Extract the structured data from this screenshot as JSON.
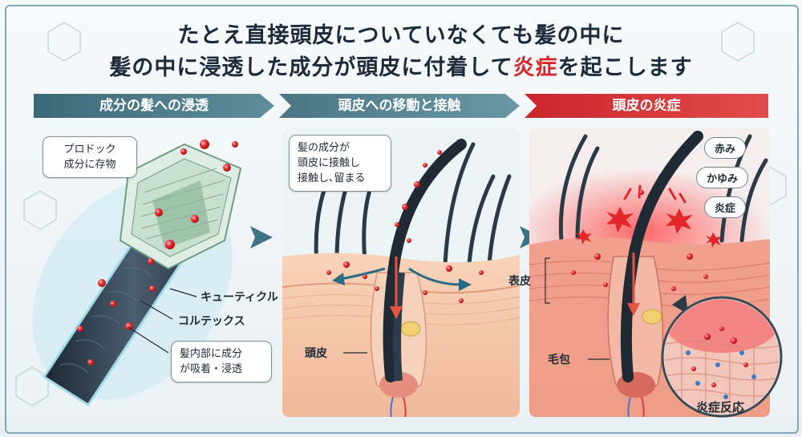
{
  "title": {
    "line1": "たとえ直接頭皮についていなくても髪の中に",
    "line2_pre": "髪の中に浸透した成分が頭皮に付着して",
    "line2_highlight": "炎症",
    "line2_post": "を起こします"
  },
  "banners": [
    {
      "label": "成分の髪への浸透"
    },
    {
      "label": "頭皮への移動と接触"
    },
    {
      "label": "頭皮の炎症"
    }
  ],
  "panel1": {
    "callout_product": "プロドック\n成分に存物",
    "label_cuticle": "キューティクル",
    "label_cortex": "コルテックス",
    "callout_absorb": "髪内部に成分\nが吸着・浸透"
  },
  "panel2": {
    "callout": "髪の成分が\n頭皮に接触し\n接触し､留まる",
    "label_scalp": "頭皮"
  },
  "panel3": {
    "pill_redness": "赤み",
    "pill_itch": "かゆみ",
    "pill_inflammation": "炎症",
    "label_epidermis": "表皮",
    "label_follicle": "毛包",
    "label_reaction": "炎症反応"
  },
  "colors": {
    "accent_red": "#d9262a",
    "banner_teal": "#4a7685",
    "hair_dark": "#2b3a47",
    "skin": "#f3c9a8"
  }
}
